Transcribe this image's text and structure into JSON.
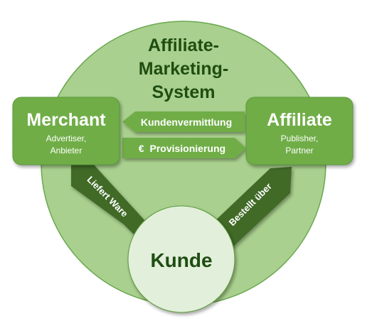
{
  "title": {
    "line1": "Affiliate-",
    "line2": "Marketing-",
    "line3": "System"
  },
  "merchant": {
    "name": "Merchant",
    "sub1": "Advertiser,",
    "sub2": "Anbieter"
  },
  "affiliate": {
    "name": "Affiliate",
    "sub1": "Publisher,",
    "sub2": "Partner"
  },
  "kunde": {
    "name": "Kunde"
  },
  "arrows": {
    "kundenvermittlung": "Kundenvermittlung",
    "provisionierung": "€  Provisionierung",
    "liefert": "Liefert Ware",
    "bestellt": "Bestellt über"
  },
  "colors": {
    "big_circle": "#a9d08e",
    "big_circle_stroke": "#6aa84f",
    "box": "#70ad47",
    "box_stroke": "#5a9a3a",
    "title_text": "#1e4d12",
    "kunde_fill": "#e2efda",
    "kunde_text": "#1e4d12",
    "arrow_light": "#70ad47",
    "arrow_dark": "#3f6b27"
  }
}
